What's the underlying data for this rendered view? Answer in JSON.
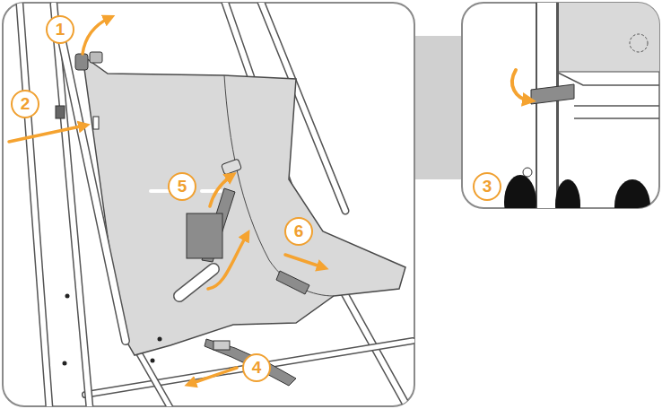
{
  "diagram": {
    "labels": [
      "1",
      "2",
      "5",
      "3",
      "6",
      "4"
    ]
  }
}
